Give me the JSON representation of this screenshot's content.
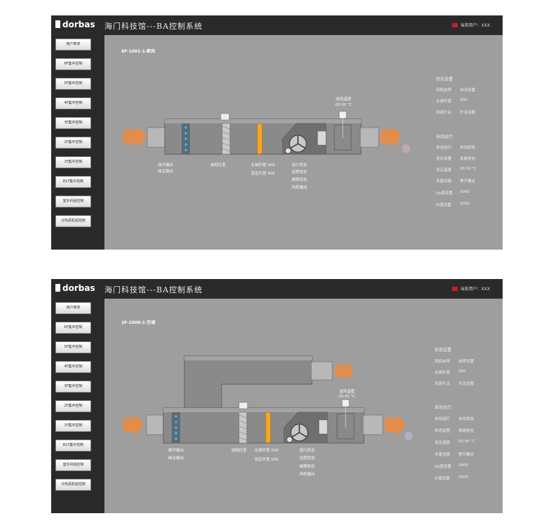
{
  "app": {
    "logo_text": "dorbas",
    "title": "海门科技馆---BA控制系统",
    "user_label": "当前用户：XXX"
  },
  "menu": [
    "用户菜单",
    "6F集中控制",
    "5F集中控制",
    "4F集中控制",
    "3F集中控制",
    "2F集中控制",
    "1F集中控制",
    "B1F集中控制",
    "室外机组控制",
    "冷热源机组控制"
  ],
  "screens": [
    {
      "unit_name": "6F-1001-1-新风",
      "supply_temp_label": "送风温度",
      "supply_temp_value": "00.00 ℃",
      "labels": {
        "valve_output": "阀开输出",
        "valve_feedback": "阀关输出",
        "filter_pressure": "滤网压差",
        "water_valve": "水阀开度 000",
        "setpoint": "设定开度 000",
        "run_status": "运行状态",
        "remote_status": "远程状态",
        "fault_status": "故障状态",
        "fan_output": "风机输出"
      },
      "status_settings": {
        "header": "状态设置",
        "rows": [
          {
            "label": "风机启停",
            "value": "自动设置"
          },
          {
            "label": "水阀开度",
            "value": "000"
          },
          {
            "label": "风阀开关",
            "value": "开关设置"
          }
        ]
      },
      "auto_run": {
        "header": "自动运行",
        "rows": [
          {
            "label": "自动运行",
            "value": "自动状态"
          },
          {
            "label": "状态设置",
            "value": "系统状态"
          },
          {
            "label": "设定温度",
            "value": "00.00 ℃"
          },
          {
            "label": "冬夏切换",
            "value": "季节模式"
          },
          {
            "label": "Kp值设置",
            "value": "0000"
          },
          {
            "label": "Ki值设置",
            "value": "0000"
          }
        ]
      }
    },
    {
      "unit_name": "2F-1009-1-空调",
      "supply_temp_label": "送风温度",
      "supply_temp_value": "00.00 ℃",
      "labels": {
        "valve_output": "阀开输出",
        "valve_feedback": "阀关输出",
        "filter_pressure": "滤网压差",
        "water_valve": "水阀开度 000",
        "setpoint": "设定开度 000",
        "run_status": "运行状态",
        "remote_status": "远程状态",
        "fault_status": "故障状态",
        "fan_output": "风机输出"
      },
      "status_settings": {
        "header": "状态设置",
        "rows": [
          {
            "label": "风机启停",
            "value": "启停设置"
          },
          {
            "label": "水阀开度",
            "value": "000"
          },
          {
            "label": "风阀开关",
            "value": "开关设置"
          }
        ]
      },
      "auto_run": {
        "header": "自动运行",
        "rows": [
          {
            "label": "自动运行",
            "value": "自动状态"
          },
          {
            "label": "状态设置",
            "value": "系统状态"
          },
          {
            "label": "设定温度",
            "value": "00.00 ℃"
          },
          {
            "label": "冬夏切换",
            "value": "季节模式"
          },
          {
            "label": "Kp值设置",
            "value": "0000"
          },
          {
            "label": "Ki值设置",
            "value": "0000"
          }
        ]
      }
    }
  ],
  "colors": {
    "topbar": "#2a2a2a",
    "screen_bg": "#9e9e9e",
    "duct": "#8a8a8a",
    "arrow": "#f08a3c",
    "heater": "#f5a623",
    "water_coil": "#3fb8e8"
  }
}
